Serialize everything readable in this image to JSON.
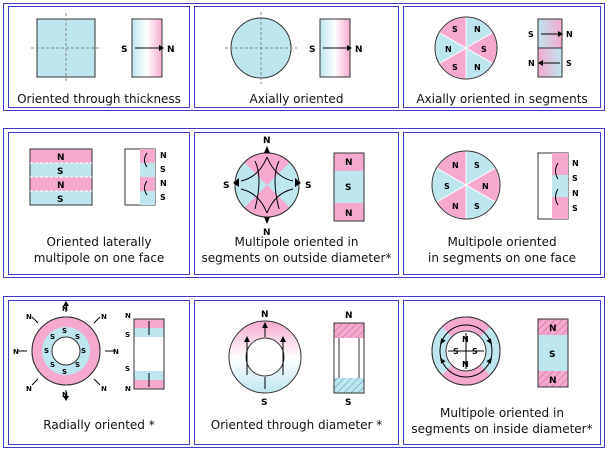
{
  "palette": {
    "border": "#3c3cc8",
    "blue": "#bde6ef",
    "pink": "#f6a9cf",
    "outline": "#333333"
  },
  "poles": {
    "north": "N",
    "south": "S"
  },
  "panels": [
    {
      "caption": [
        "Oriented through thickness"
      ]
    },
    {
      "caption": [
        "Axially oriented"
      ]
    },
    {
      "caption": [
        "Axially oriented in segments"
      ]
    },
    {
      "caption": [
        "Oriented laterally",
        "multipole on one face"
      ]
    },
    {
      "caption": [
        "Multipole oriented in",
        "segments on outside diameter*"
      ]
    },
    {
      "caption": [
        "Multipole oriented",
        "in segments on one face"
      ]
    },
    {
      "caption": [
        "Radially oriented *"
      ]
    },
    {
      "caption": [
        "Oriented through diameter *"
      ]
    },
    {
      "caption": [
        "Multipole oriented in",
        "segments on inside diameter*"
      ]
    }
  ]
}
